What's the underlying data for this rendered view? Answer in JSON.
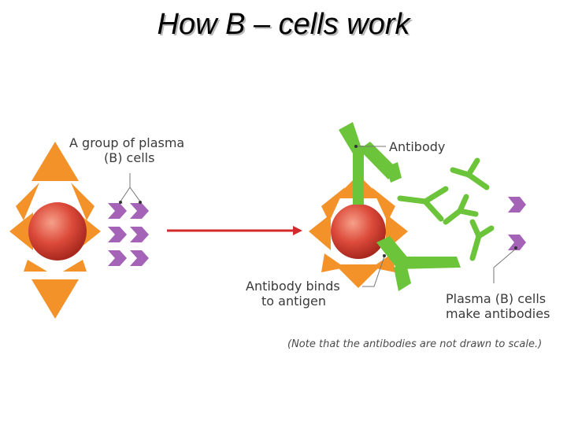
{
  "title": "How B – cells work",
  "labels": {
    "group_line1": "A group of plasma",
    "group_line2": "(B) cells",
    "antibody": "Antibody",
    "binds_line1": "Antibody binds",
    "binds_line2": "to antigen",
    "make_line1": "Plasma (B) cells",
    "make_line2": "make antibodies",
    "note": "(Note that the antibodies are not drawn to scale.)"
  },
  "colors": {
    "antigen_body": "#d9473a",
    "antigen_spikes": "#f4922a",
    "plasma_cell": "#a563b8",
    "antibody": "#6cc43a",
    "arrow": "#d22a2a"
  }
}
